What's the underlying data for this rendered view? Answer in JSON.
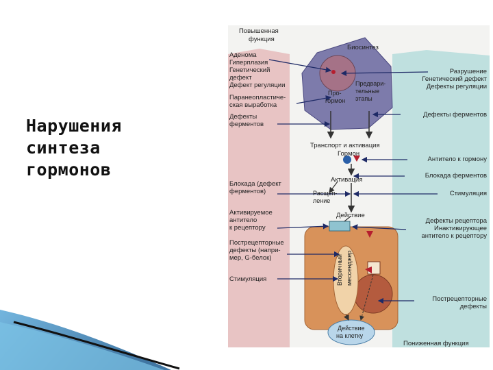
{
  "slide": {
    "title_lines": [
      "Нарушения",
      "синтеза",
      "гормонов"
    ]
  },
  "diagram": {
    "top_label": [
      "Повышенная",
      "функция"
    ],
    "bottom_label": "Пониженная функция",
    "cell": {
      "biosynthesis": "Биосинтез",
      "prohormone": [
        "Про-",
        "гормон"
      ],
      "precursor_stages": [
        "Предвари-",
        "тельные",
        "этапы"
      ]
    },
    "flow": {
      "transport": "Транспорт и активация",
      "hormone": "Гормон",
      "activation": "Активация",
      "cleavage": [
        "Расщеп-",
        "ление"
      ],
      "action": "Действие",
      "second_messenger": [
        "Вторичный",
        "мессенджер"
      ],
      "cell_action": [
        "Действие",
        "на клетку"
      ]
    },
    "left_items": [
      [
        "Аденома"
      ],
      [
        "Гиперплазия"
      ],
      [
        "Генетический",
        "дефект"
      ],
      [
        "Дефект регуляции"
      ],
      [
        "Паранеопластиче-",
        "ская выработка"
      ],
      [
        "Дефекты",
        "ферментов"
      ],
      [
        "Блокада (дефект",
        "ферментов)"
      ],
      [
        "Активируемое",
        "антитело",
        "к рецептору"
      ],
      [
        "Пострецепторные",
        "дефекты (напри-",
        "мер, G-белок)"
      ],
      [
        "Стимуляция"
      ]
    ],
    "right_items": [
      [
        "Разрушение",
        "Генетический дефект",
        "Дефекты регуляции"
      ],
      [
        "Дефекты ферментов"
      ],
      [
        "Антитело к гормону"
      ],
      [
        "Блокада ферментов"
      ],
      [
        "Стимуляция"
      ],
      [
        "Дефекты рецептора",
        "Инактивирующее",
        "антитело к рецептору"
      ],
      [
        "Пострецепторные",
        "дефекты"
      ]
    ],
    "colors": {
      "increased_band": "#e8c4c4",
      "decreased_band": "#bfe0df",
      "cell_fill": "#7d7bab",
      "nucleus_fill": "#a57287",
      "target_cell": "#d8925a",
      "arrow": "#1e2a66",
      "marker_blue": "#2a5fa8",
      "marker_red": "#b51e2e"
    }
  }
}
